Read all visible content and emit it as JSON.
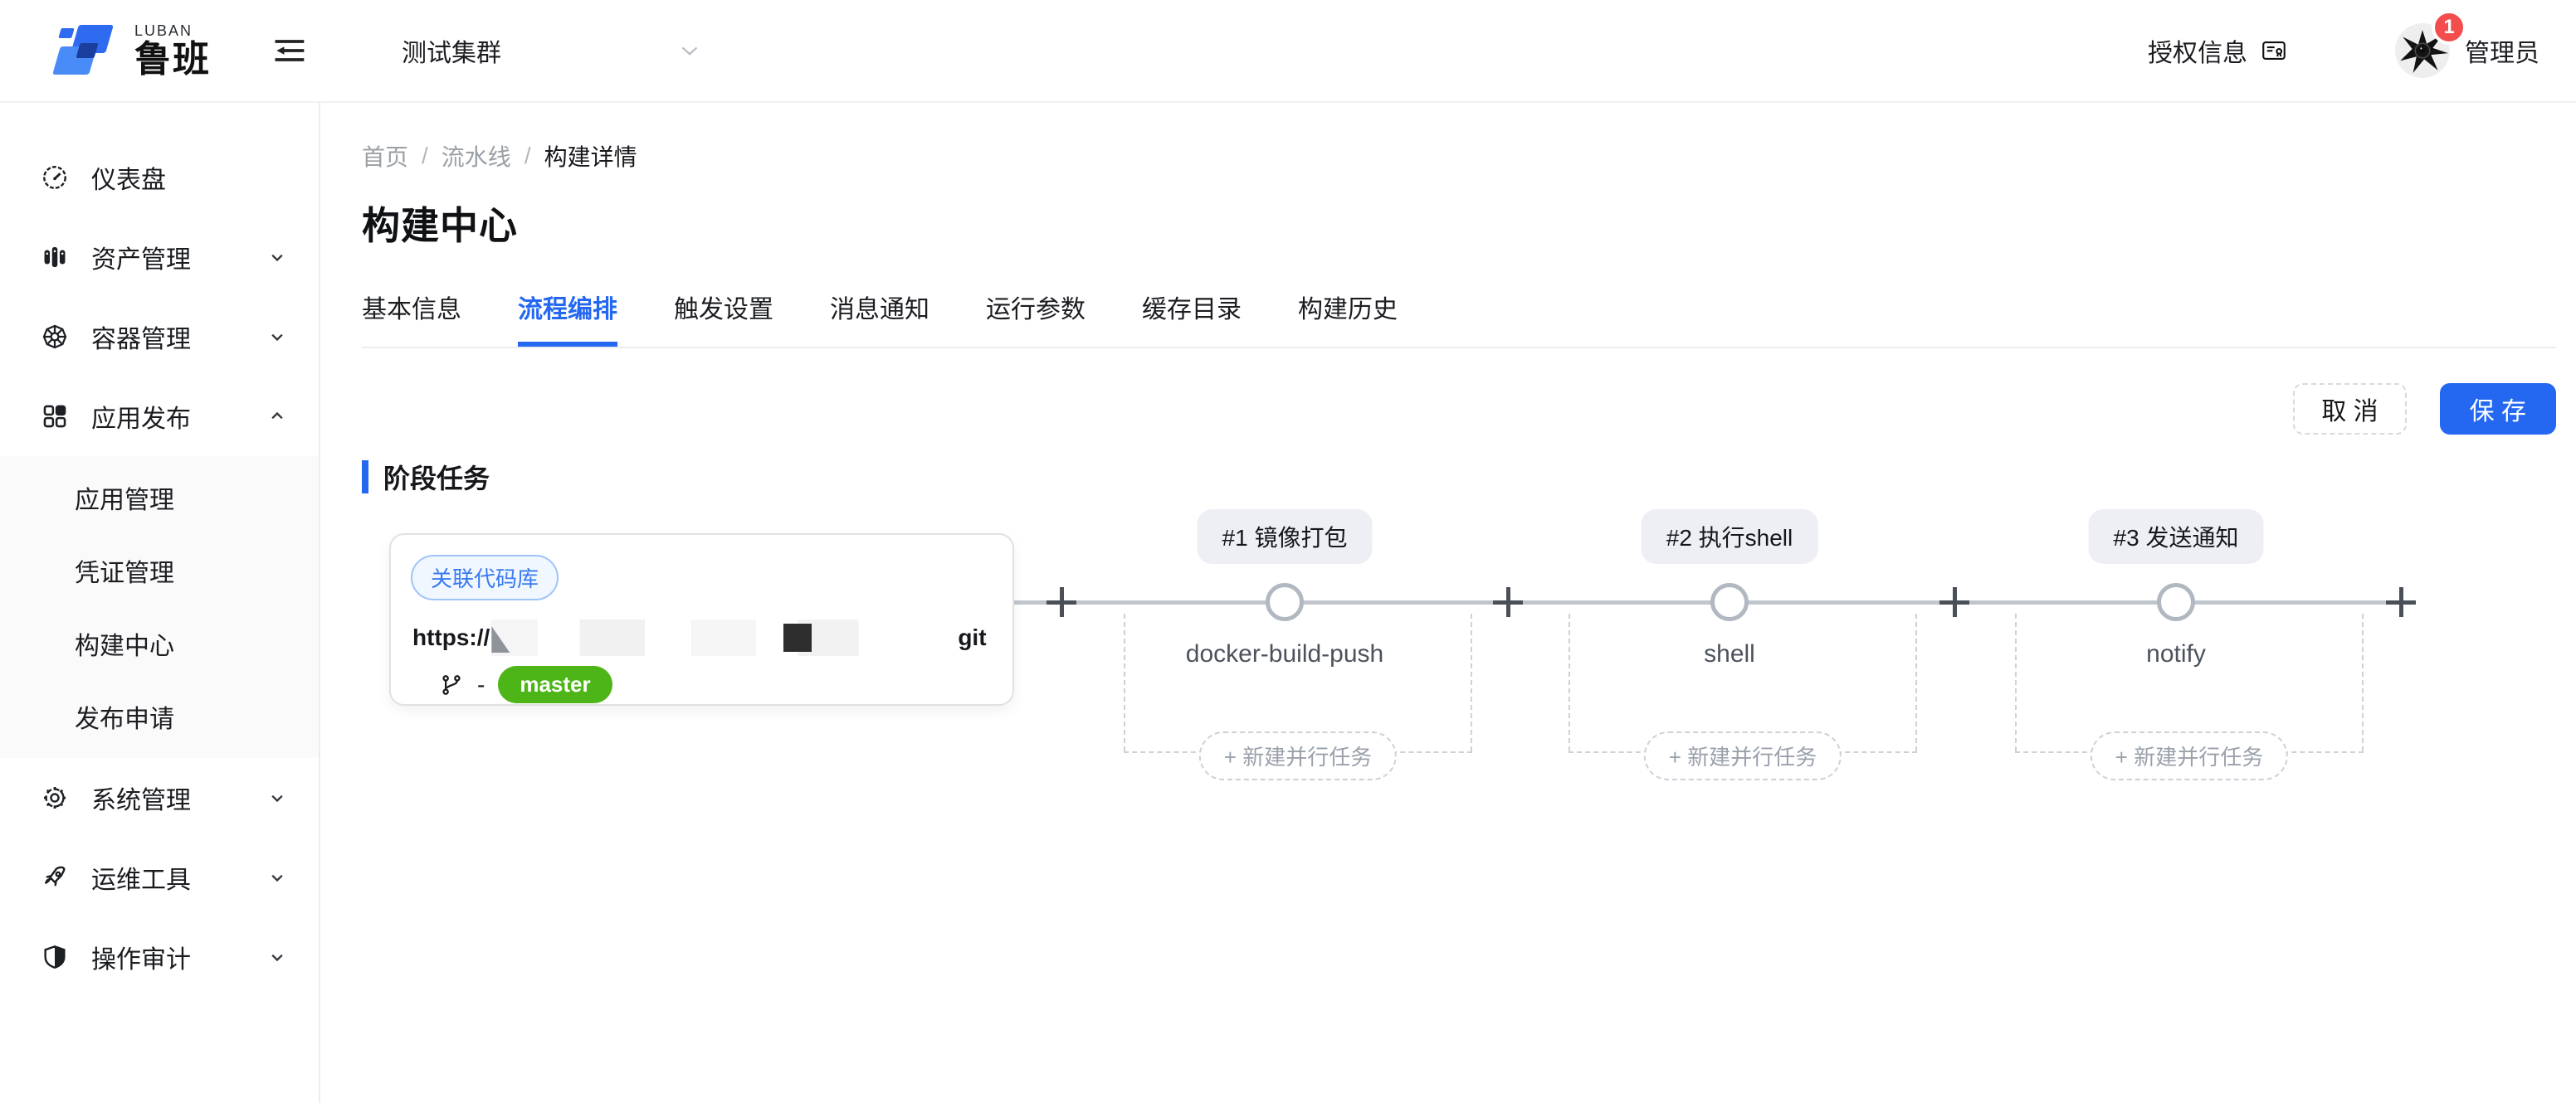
{
  "header": {
    "logo_sub": "LUBAN",
    "logo_text": "鲁班",
    "cluster_select": {
      "value": "测试集群"
    },
    "license_label": "授权信息",
    "user_name": "管理员",
    "notification_count": "1"
  },
  "sidebar": {
    "items": [
      {
        "label": "仪表盘"
      },
      {
        "label": "资产管理"
      },
      {
        "label": "容器管理"
      },
      {
        "label": "应用发布",
        "children": [
          {
            "label": "应用管理"
          },
          {
            "label": "凭证管理"
          },
          {
            "label": "构建中心"
          },
          {
            "label": "发布申请"
          }
        ]
      },
      {
        "label": "系统管理"
      },
      {
        "label": "运维工具"
      },
      {
        "label": "操作审计"
      }
    ]
  },
  "breadcrumb": {
    "items": [
      "首页",
      "流水线",
      "构建详情"
    ],
    "separator": "/"
  },
  "page": {
    "title": "构建中心"
  },
  "tabs": {
    "items": [
      {
        "label": "基本信息"
      },
      {
        "label": "流程编排"
      },
      {
        "label": "触发设置"
      },
      {
        "label": "消息通知"
      },
      {
        "label": "运行参数"
      },
      {
        "label": "缓存目录"
      },
      {
        "label": "构建历史"
      }
    ],
    "active": "流程编排"
  },
  "actions": {
    "cancel_label": "取 消",
    "save_label": "保 存"
  },
  "pipeline": {
    "section_title": "阶段任务",
    "repo_card": {
      "tag_label": "关联代码库",
      "url_prefix": "https://",
      "url_suffix": "git",
      "branch_separator": "-",
      "branch_name": "master"
    },
    "stages": [
      {
        "badge_label": "#1 镜像打包",
        "task_name": "docker-build-push",
        "parallel_label": "+ 新建并行任务"
      },
      {
        "badge_label": "#2 执行shell",
        "task_name": "shell",
        "parallel_label": "+ 新建并行任务"
      },
      {
        "badge_label": "#3 发送通知",
        "task_name": "notify",
        "parallel_label": "+ 新建并行任务"
      }
    ]
  },
  "colors": {
    "accent_blue": "#2468f2",
    "tag_blue_text": "#3a7af0",
    "tag_blue_bg": "#f0f7ff",
    "branch_green": "#4eb518",
    "notification_red": "#f34d4d",
    "stage_badge_bg": "#edeff4",
    "pipeline_line_gray": "#c1c6ce",
    "dashed_gray": "#ccd1d8"
  }
}
